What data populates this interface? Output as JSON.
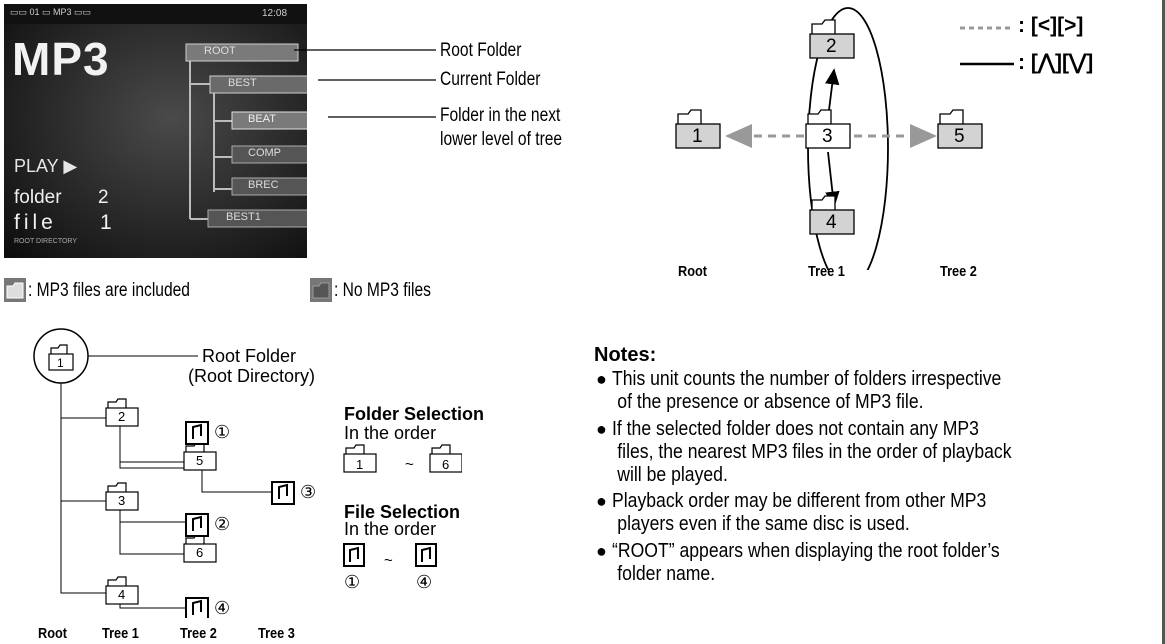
{
  "screen": {
    "status_text": "▭▭ 01  ▭ MP3 ▭▭",
    "clock": "12:08",
    "mode_label": "MP3",
    "play_label": "PLAY",
    "folder_label": "folder",
    "folder_value": "2",
    "file_label": "file",
    "file_value": "1",
    "footer_text": "ROOT DIRECTORY",
    "folders": [
      "ROOT",
      "BEST",
      "BEAT",
      "COMP",
      "BREC",
      "BEST1"
    ]
  },
  "callouts": {
    "root_folder": "Root Folder",
    "current_folder": "Current Folder",
    "next_lower_1": "Folder in the next",
    "next_lower_2": "lower level of tree"
  },
  "legend_icons": {
    "included": ": MP3 files are included",
    "no_files": ": No MP3 files"
  },
  "nav_diagram": {
    "folders": [
      "1",
      "3",
      "5",
      "2",
      "4"
    ],
    "levels": [
      "Root",
      "Tree 1",
      "Tree 2"
    ],
    "legend_dashed": ": [<][>]",
    "legend_solid": ": [⋀][⋁]"
  },
  "tree_diagram": {
    "root_folder_label": "Root Folder",
    "root_directory_label": "(Root Directory)",
    "folders": [
      "1",
      "2",
      "3",
      "4",
      "5",
      "6"
    ],
    "files": [
      "①",
      "②",
      "③",
      "④"
    ],
    "levels": [
      "Root",
      "Tree 1",
      "Tree 2",
      "Tree 3"
    ],
    "folder_selection_title": "Folder Selection",
    "folder_selection_sub": "In the order",
    "folder_range_from": "1",
    "folder_range_to": "6",
    "file_selection_title": "File Selection",
    "file_selection_sub": "In the order",
    "file_range_from": "①",
    "file_range_to": "④",
    "tilde": "~"
  },
  "notes": {
    "title": "Notes:",
    "items": [
      [
        "This unit counts the number of folders irrespective",
        "of the presence or absence of MP3 file."
      ],
      [
        "If the selected folder does not contain any MP3",
        "files, the nearest MP3 files in the order of playback",
        "will be played."
      ],
      [
        "Playback order may be different from other MP3",
        "players even if the same disc is used."
      ],
      [
        "“ROOT” appears when displaying the root folder’s",
        "folder name."
      ]
    ]
  }
}
